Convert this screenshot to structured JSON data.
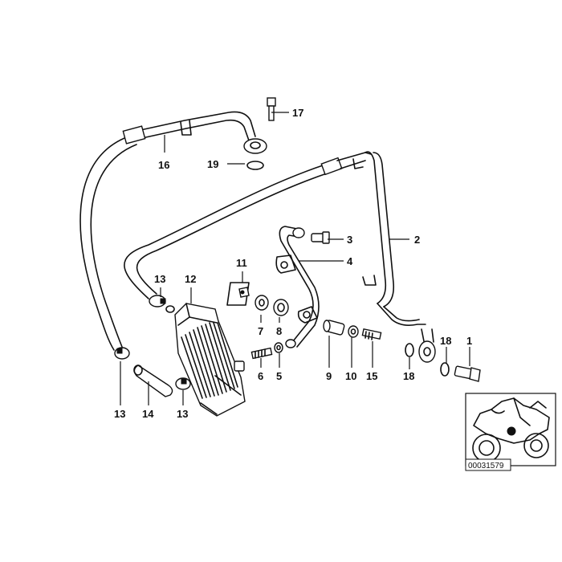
{
  "callouts": {
    "p1": "1",
    "p2": "2",
    "p3": "3",
    "p4": "4",
    "p5": "5",
    "p6": "6",
    "p7": "7",
    "p8": "8",
    "p9": "9",
    "p10": "10",
    "p11": "11",
    "p12": "12",
    "p13a": "13",
    "p13b": "13",
    "p13c": "13",
    "p14": "14",
    "p15": "15",
    "p16": "16",
    "p17": "17",
    "p18a": "18",
    "p18b": "18",
    "p19": "19"
  },
  "inset": {
    "reference_number": "00031579"
  },
  "colors": {
    "line": "#111111",
    "marker": "#111111",
    "background": "#ffffff"
  }
}
